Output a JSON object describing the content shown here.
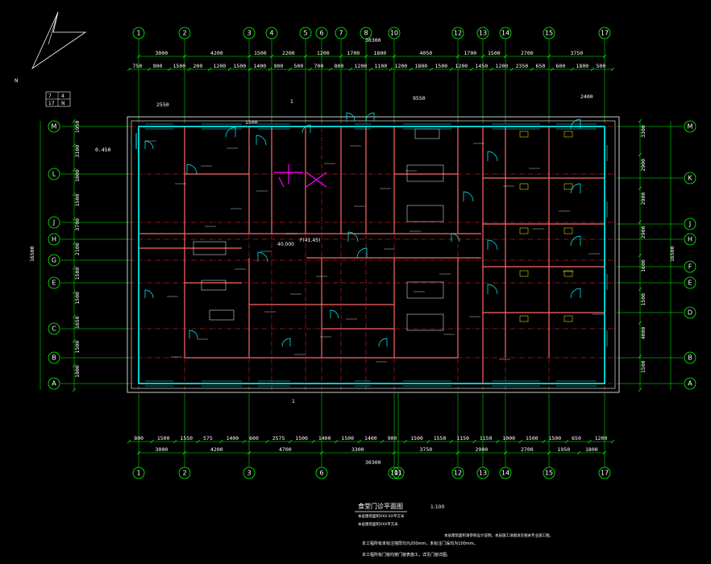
{
  "drawing": {
    "north_label": "N",
    "total_width_dim": "30300",
    "total_height_dim_left": "16500",
    "total_height_dim_right": "16500",
    "col_axes": [
      "1",
      "2",
      "3",
      "4",
      "5",
      "6",
      "7",
      "8",
      "10",
      "12",
      "13",
      "14",
      "15",
      "17"
    ],
    "bottom_col_axes": [
      "1",
      "2",
      "3",
      "6",
      "10",
      "11",
      "12",
      "13",
      "14",
      "15",
      "17"
    ],
    "row_axes_left": [
      "M",
      "L",
      "J",
      "H",
      "G",
      "E",
      "C",
      "B",
      "A"
    ],
    "row_axes_right": [
      "M",
      "K",
      "J",
      "H",
      "F",
      "E",
      "D",
      "B",
      "A"
    ],
    "top_dims_row1": [
      "3000",
      "4200",
      "1500",
      "2200",
      "1200",
      "1700",
      "1800",
      "4050",
      "1700",
      "1500",
      "2700",
      "3750"
    ],
    "top_dims_row2": [
      "750",
      "900",
      "1500",
      "200",
      "1200",
      "1500",
      "1400",
      "900",
      "500",
      "700",
      "800",
      "1200",
      "1100",
      "1200",
      "1800",
      "1500",
      "1200",
      "1450",
      "1200",
      "2350",
      "650",
      "600",
      "1800",
      "500"
    ],
    "bottom_dims_row1": [
      "3000",
      "4200",
      "4700",
      "3300",
      "3750",
      "2900",
      "2700",
      "1950",
      "1800"
    ],
    "bottom_dims_row2": [
      "800",
      "1500",
      "1550",
      "575",
      "1400",
      "600",
      "2575",
      "1500",
      "1400",
      "1500",
      "1400",
      "900",
      "1500",
      "1550",
      "1150",
      "1150",
      "1000",
      "1500",
      "1500",
      "650",
      "1200"
    ],
    "left_dims": [
      "1950",
      "3100",
      "1800",
      "1500",
      "3700",
      "2100",
      "1500",
      "1500",
      "1650",
      "1500",
      "1800"
    ],
    "right_dims": [
      "3300",
      "2900",
      "2900",
      "2900",
      "1600",
      "1500",
      "4000",
      "1500"
    ],
    "top_extra_dims": [
      "2550",
      "9550",
      "2400",
      "1500"
    ],
    "side_marks": [
      "7",
      "17",
      "4",
      "N"
    ],
    "room_note_1": "40.000",
    "room_note_2": "F(41.45)",
    "level_mark": "0.450",
    "title": "食堂门诊平面图",
    "scale": "1:100",
    "subtitle": "本层建筑面积XXX.XX平方米",
    "subtitle2": "本层建筑面积XXX平方米",
    "note_1": "本层建筑面积请参照设计说明，本层施工详图详见相关专业施工图。",
    "note_2": "本工程所有未标注墙厚均为200mm，未标注门垛均为100mm。",
    "note_3": "本工程所有门窗均按门窗表施工，详见门窗详图。",
    "sheet_mark": "1"
  }
}
